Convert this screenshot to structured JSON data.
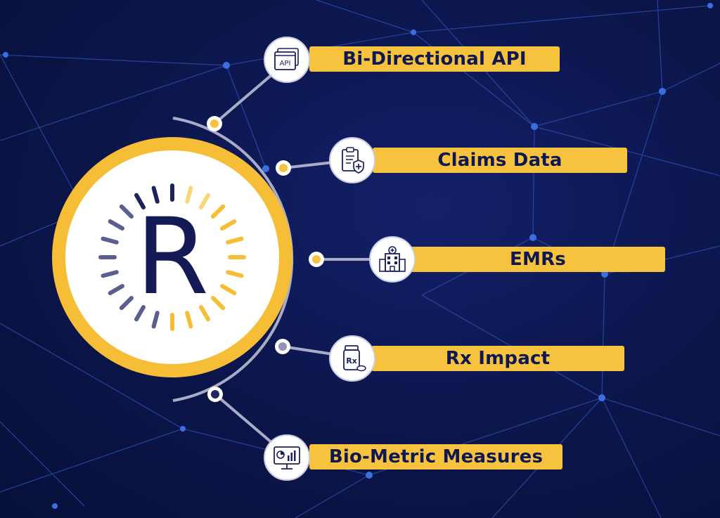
{
  "logo": {
    "letter": "R"
  },
  "nodes": [
    {
      "label": "Bi-Directional API",
      "icon": "api-window-icon"
    },
    {
      "label": "Claims Data",
      "icon": "clipboard-shield-icon"
    },
    {
      "label": "EMRs",
      "icon": "hospital-icon"
    },
    {
      "label": "Rx Impact",
      "icon": "pill-bottle-icon"
    },
    {
      "label": "Bio-Metric Measures",
      "icon": "monitor-chart-icon"
    }
  ],
  "icon_text": {
    "api": "API",
    "rx": "Rx"
  },
  "colors": {
    "background": "#0b1448",
    "accent_yellow": "#f7c33e",
    "network_line": "#2a4fb0",
    "arc": "#a8acc8",
    "text_dark": "#0f1850"
  }
}
